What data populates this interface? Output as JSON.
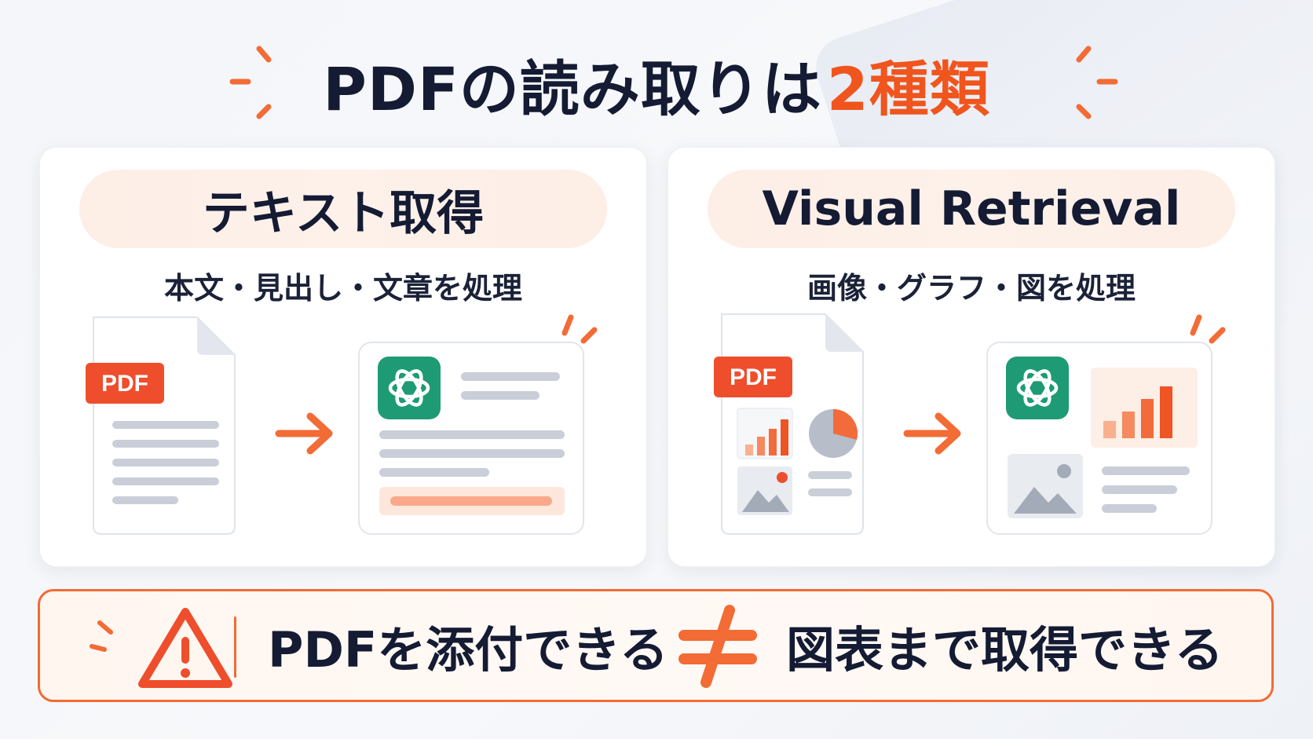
{
  "title": {
    "main": "PDFの読み取りは",
    "accent": "2種類"
  },
  "panels": [
    {
      "heading": "テキスト取得",
      "subtitle": "本文・見出し・文章を処理",
      "pdf_badge": "PDF"
    },
    {
      "heading": "Visual Retrieval",
      "subtitle": "画像・グラフ・図を処理",
      "pdf_badge": "PDF"
    }
  ],
  "banner": {
    "left_text": "PDFを添付できる",
    "right_text": "図表まで取得できる"
  },
  "colors": {
    "accent": "#f0551e",
    "navy": "#141b33",
    "green": "#1e9b74",
    "gray": "#c9ced8"
  },
  "icons": [
    "warning-icon",
    "not-equal-icon",
    "arrow-right-icon",
    "pdf-file-icon",
    "chatgpt-logo-icon",
    "bar-chart-icon",
    "pie-chart-icon",
    "image-icon"
  ]
}
